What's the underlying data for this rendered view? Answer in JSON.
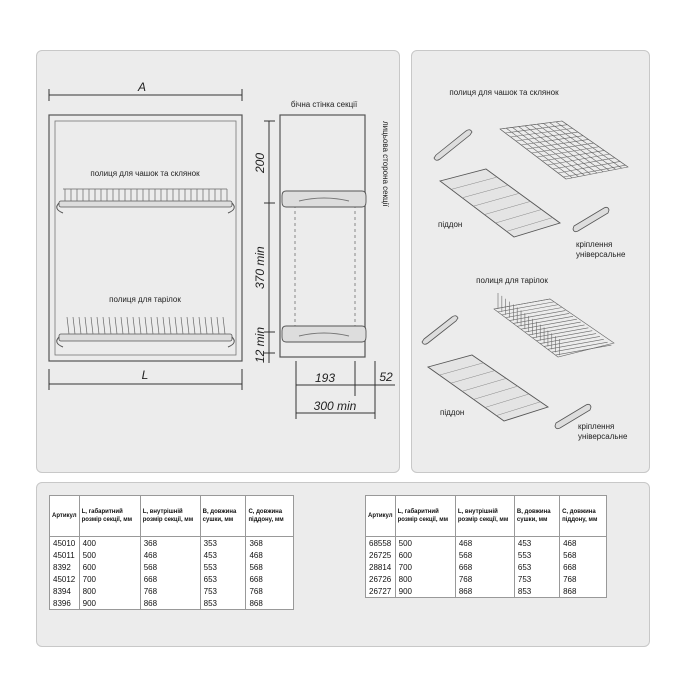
{
  "drawing": {
    "dim_a": "A",
    "dim_l": "L",
    "label_cup_shelf": "полиця для чашок та склянок",
    "label_plate_shelf": "полиця для тарілок",
    "label_side_wall": "бічна стінка секції",
    "label_front_side": "лицьова сторона секції",
    "dim_200": "200",
    "dim_370": "370 min",
    "dim_12": "12 min",
    "dim_193": "193",
    "dim_52": "52",
    "dim_300": "300 min"
  },
  "parts": {
    "cup_shelf_title": "полиця для чашок та склянок",
    "tray_1": "піддон",
    "mount_1": "кріплення універсальне",
    "plate_shelf_title": "полиця для тарілок",
    "tray_2": "піддон",
    "mount_2": "кріплення універсальне"
  },
  "headers": {
    "article": "Артикул",
    "l_size": "L, габаритний розмір секції, мм",
    "l_inner": "L, внутрішній розмір секції, мм",
    "b_len": "В, довжина сушки, мм",
    "c_len": "С, довжина піддону, мм"
  },
  "table1": [
    {
      "article": "45010",
      "l": "400",
      "inner": "368",
      "b": "353",
      "c": "368"
    },
    {
      "article": "45011",
      "l": "500",
      "inner": "468",
      "b": "453",
      "c": "468"
    },
    {
      "article": "8392",
      "l": "600",
      "inner": "568",
      "b": "553",
      "c": "568"
    },
    {
      "article": "45012",
      "l": "700",
      "inner": "668",
      "b": "653",
      "c": "668"
    },
    {
      "article": "8394",
      "l": "800",
      "inner": "768",
      "b": "753",
      "c": "768"
    },
    {
      "article": "8396",
      "l": "900",
      "inner": "868",
      "b": "853",
      "c": "868"
    }
  ],
  "table2": [
    {
      "article": "68558",
      "l": "500",
      "inner": "468",
      "b": "453",
      "c": "468"
    },
    {
      "article": "26725",
      "l": "600",
      "inner": "568",
      "b": "553",
      "c": "568"
    },
    {
      "article": "28814",
      "l": "700",
      "inner": "668",
      "b": "653",
      "c": "668"
    },
    {
      "article": "26726",
      "l": "800",
      "inner": "768",
      "b": "753",
      "c": "768"
    },
    {
      "article": "26727",
      "l": "900",
      "inner": "868",
      "b": "853",
      "c": "868"
    }
  ]
}
